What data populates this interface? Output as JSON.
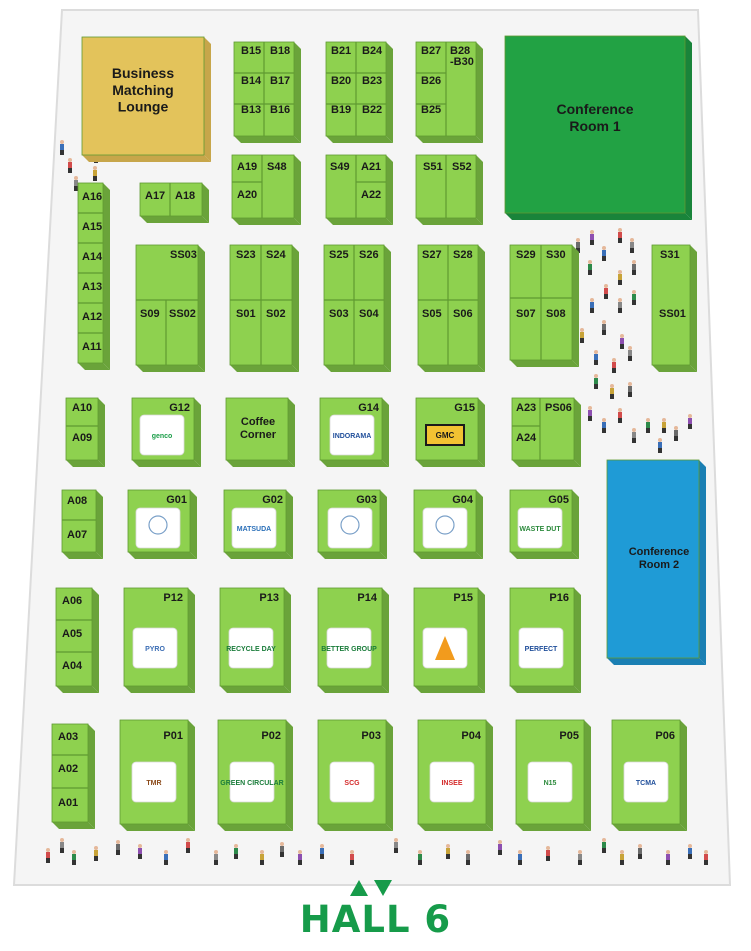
{
  "colors": {
    "booth_top": "#8ed14f",
    "booth_side": "#6aa33a",
    "floor": "#f5f5f5",
    "lounge": "#e3c35b",
    "conf1": "#22a244",
    "conf2": "#1f9bd6",
    "hall_text": "#169b4a"
  },
  "hall_label": "HALL 6",
  "rooms": {
    "lounge": [
      "Business",
      "Matching",
      "Lounge"
    ],
    "conf1": [
      "Conference",
      "Room 1"
    ],
    "conf2": [
      "Conference",
      "Room 2"
    ],
    "coffee": [
      "Coffee",
      "Corner"
    ]
  },
  "booths": {
    "B15": "B15",
    "B18": "B18",
    "B14": "B14",
    "B17": "B17",
    "B13": "B13",
    "B16": "B16",
    "B21": "B21",
    "B24": "B24",
    "B20": "B20",
    "B23": "B23",
    "B19": "B19",
    "B22": "B22",
    "B27": "B27",
    "B28": "B28\n-B30",
    "B26": "B26",
    "B25": "B25",
    "A19": "A19",
    "S48": "S48",
    "A20": "A20",
    "S49": "S49",
    "A21": "A21",
    "A22": "A22",
    "S51": "S51",
    "S52": "S52",
    "A16": "A16",
    "A15": "A15",
    "A14": "A14",
    "A13": "A13",
    "A12": "A12",
    "A11": "A11",
    "A17": "A17",
    "A18": "A18",
    "SS03": "SS03",
    "S09": "S09",
    "SS02": "SS02",
    "S23": "S23",
    "S24": "S24",
    "S01a": "S01",
    "S02": "S02",
    "S25": "S25",
    "S26": "S26",
    "S03": "S03",
    "S04": "S04",
    "S27": "S27",
    "S28": "S28",
    "S05": "S05",
    "S06": "S06",
    "S29": "S29",
    "S30": "S30",
    "S07": "S07",
    "S08": "S08",
    "S31": "S31",
    "SS01": "SS01",
    "A10": "A10",
    "A09": "A09",
    "G12": "G12",
    "G14": "G14",
    "G15": "G15",
    "A23": "A23",
    "PS06": "PS06",
    "A24": "A24",
    "A08": "A08",
    "A07": "A07",
    "G01": "G01",
    "G02": "G02",
    "G03": "G03",
    "G04": "G04",
    "G05": "G05",
    "A06": "A06",
    "A05": "A05",
    "A04": "A04",
    "P12": "P12",
    "P13": "P13",
    "P14": "P14",
    "P15": "P15",
    "P16": "P16",
    "A03": "A03",
    "A02": "A02",
    "A01": "A01",
    "P01": "P01",
    "P02": "P02",
    "P03": "P03",
    "P04": "P04",
    "P05": "P05",
    "P06": "P06"
  },
  "logos": {
    "G12": "genco",
    "G14": "INDORAMA",
    "G15": "GMC",
    "G02": "MATSUDA",
    "G05": "WASTE DUT",
    "P12": "PYRO",
    "P13": "RECYCLE DAY",
    "P14": "BETTER GROUP",
    "P16": "PERFECT",
    "P01": "TMR",
    "P02": "GREEN CIRCULAR",
    "P03": "SCG",
    "P04": "INSEE",
    "P05": "N15",
    "P06": "TCMA"
  }
}
